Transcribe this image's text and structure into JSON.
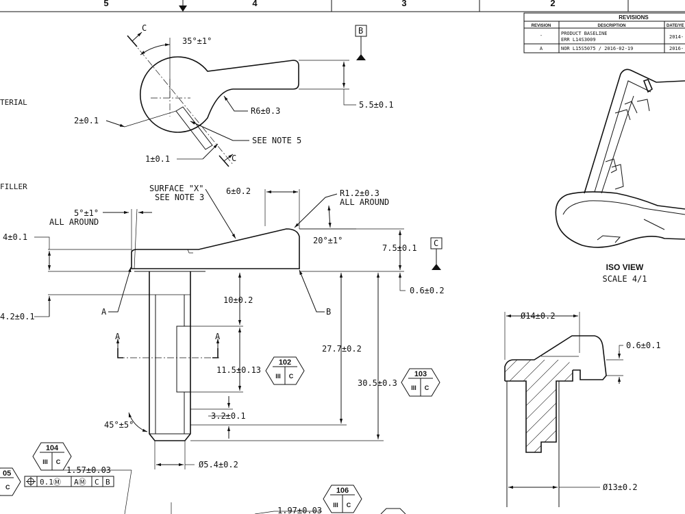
{
  "zones": [
    "5",
    "4",
    "3",
    "2"
  ],
  "revisions": {
    "title": "REVISIONS",
    "headers": [
      "REVISION",
      "DESCRIPTION",
      "DATE/YE"
    ],
    "rows": [
      {
        "rev": "-",
        "desc1": "PRODUCT BASELINE",
        "desc2": "ERR L14S3009",
        "date": "2014-"
      },
      {
        "rev": "A",
        "desc1": "NOR L15S5075 / 2016-02-19",
        "desc2": "",
        "date": "2016-"
      }
    ]
  },
  "side_notes": [
    "TERIAL",
    "FILLER"
  ],
  "datums": {
    "b": "B",
    "c": "C",
    "a": "A"
  },
  "top_view": {
    "angle": "35°±1°",
    "height": "5.5±0.1",
    "radius": "R6±0.3",
    "see_note": "SEE NOTE 5",
    "slot_width": "2±0.1",
    "slot_depth": "1±0.1",
    "section_c": "C"
  },
  "front_view": {
    "surface_x_1": "SURFACE \"X\"",
    "surface_x_2": "SEE NOTE 3",
    "width_6": "6±0.2",
    "radius_1": "R1.2±0.3",
    "radius_2": "ALL AROUND",
    "draft_1": "5°±1°",
    "draft_2": "ALL AROUND",
    "angle_20": "20°±1°",
    "dim_4": "4±0.1",
    "dim_7_5": "7.5±0.1",
    "dim_0_6": "0.6±0.2",
    "dim_4_2": "4.2±0.1",
    "dim_10": "10±0.2",
    "dim_27_7": "27.7±0.2",
    "dim_11_5": "11.5±0.13",
    "dim_30_5": "30.5±0.3",
    "dim_3_2": "3.2±0.1",
    "chamfer": "45°±5°",
    "dia_5_4": "Ø5.4±0.2",
    "label_a": "A",
    "label_b": "B",
    "section_a": "A"
  },
  "balloons": {
    "b102": {
      "num": "102",
      "left": "III",
      "right": "C"
    },
    "b103": {
      "num": "103",
      "left": "III",
      "right": "C"
    },
    "b104": {
      "num": "104",
      "left": "III",
      "right": "C"
    },
    "b105": {
      "num": "05",
      "right": "C"
    },
    "b106": {
      "num": "106",
      "left": "III",
      "right": "C"
    }
  },
  "bottom_dims": {
    "dim_1_57": "1.57±0.03",
    "dim_1_97": "1.97±0.03",
    "fcf_tol": "0.1Ⓜ",
    "fcf_a": "AⓂ",
    "fcf_c": "C",
    "fcf_b": "B"
  },
  "iso_view": {
    "title": "ISO VIEW",
    "scale": "SCALE 4/1"
  },
  "section_view": {
    "dia_14": "Ø14±0.2",
    "dim_0_6": "0.6±0.1",
    "dia_13": "Ø13±0.2"
  }
}
